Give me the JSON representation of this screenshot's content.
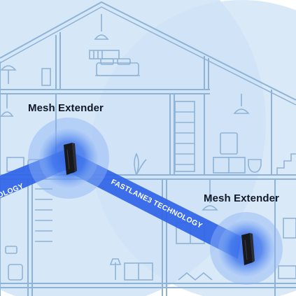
{
  "labels": {
    "extender_left": "Mesh Extender",
    "extender_right": "Mesh Extender"
  },
  "band": {
    "main_text": "FASTLANE3 TECHNOLOGY",
    "left_fragment": "OLOGY"
  },
  "colors": {
    "coverage": "#cde2f5",
    "house_line": "#8fb3d6",
    "band": "#2f64e8",
    "glow": "#4d86f0",
    "device": "#17191d",
    "label_text": "#101827"
  },
  "icons": {
    "device": "mesh-extender-device-icon"
  }
}
